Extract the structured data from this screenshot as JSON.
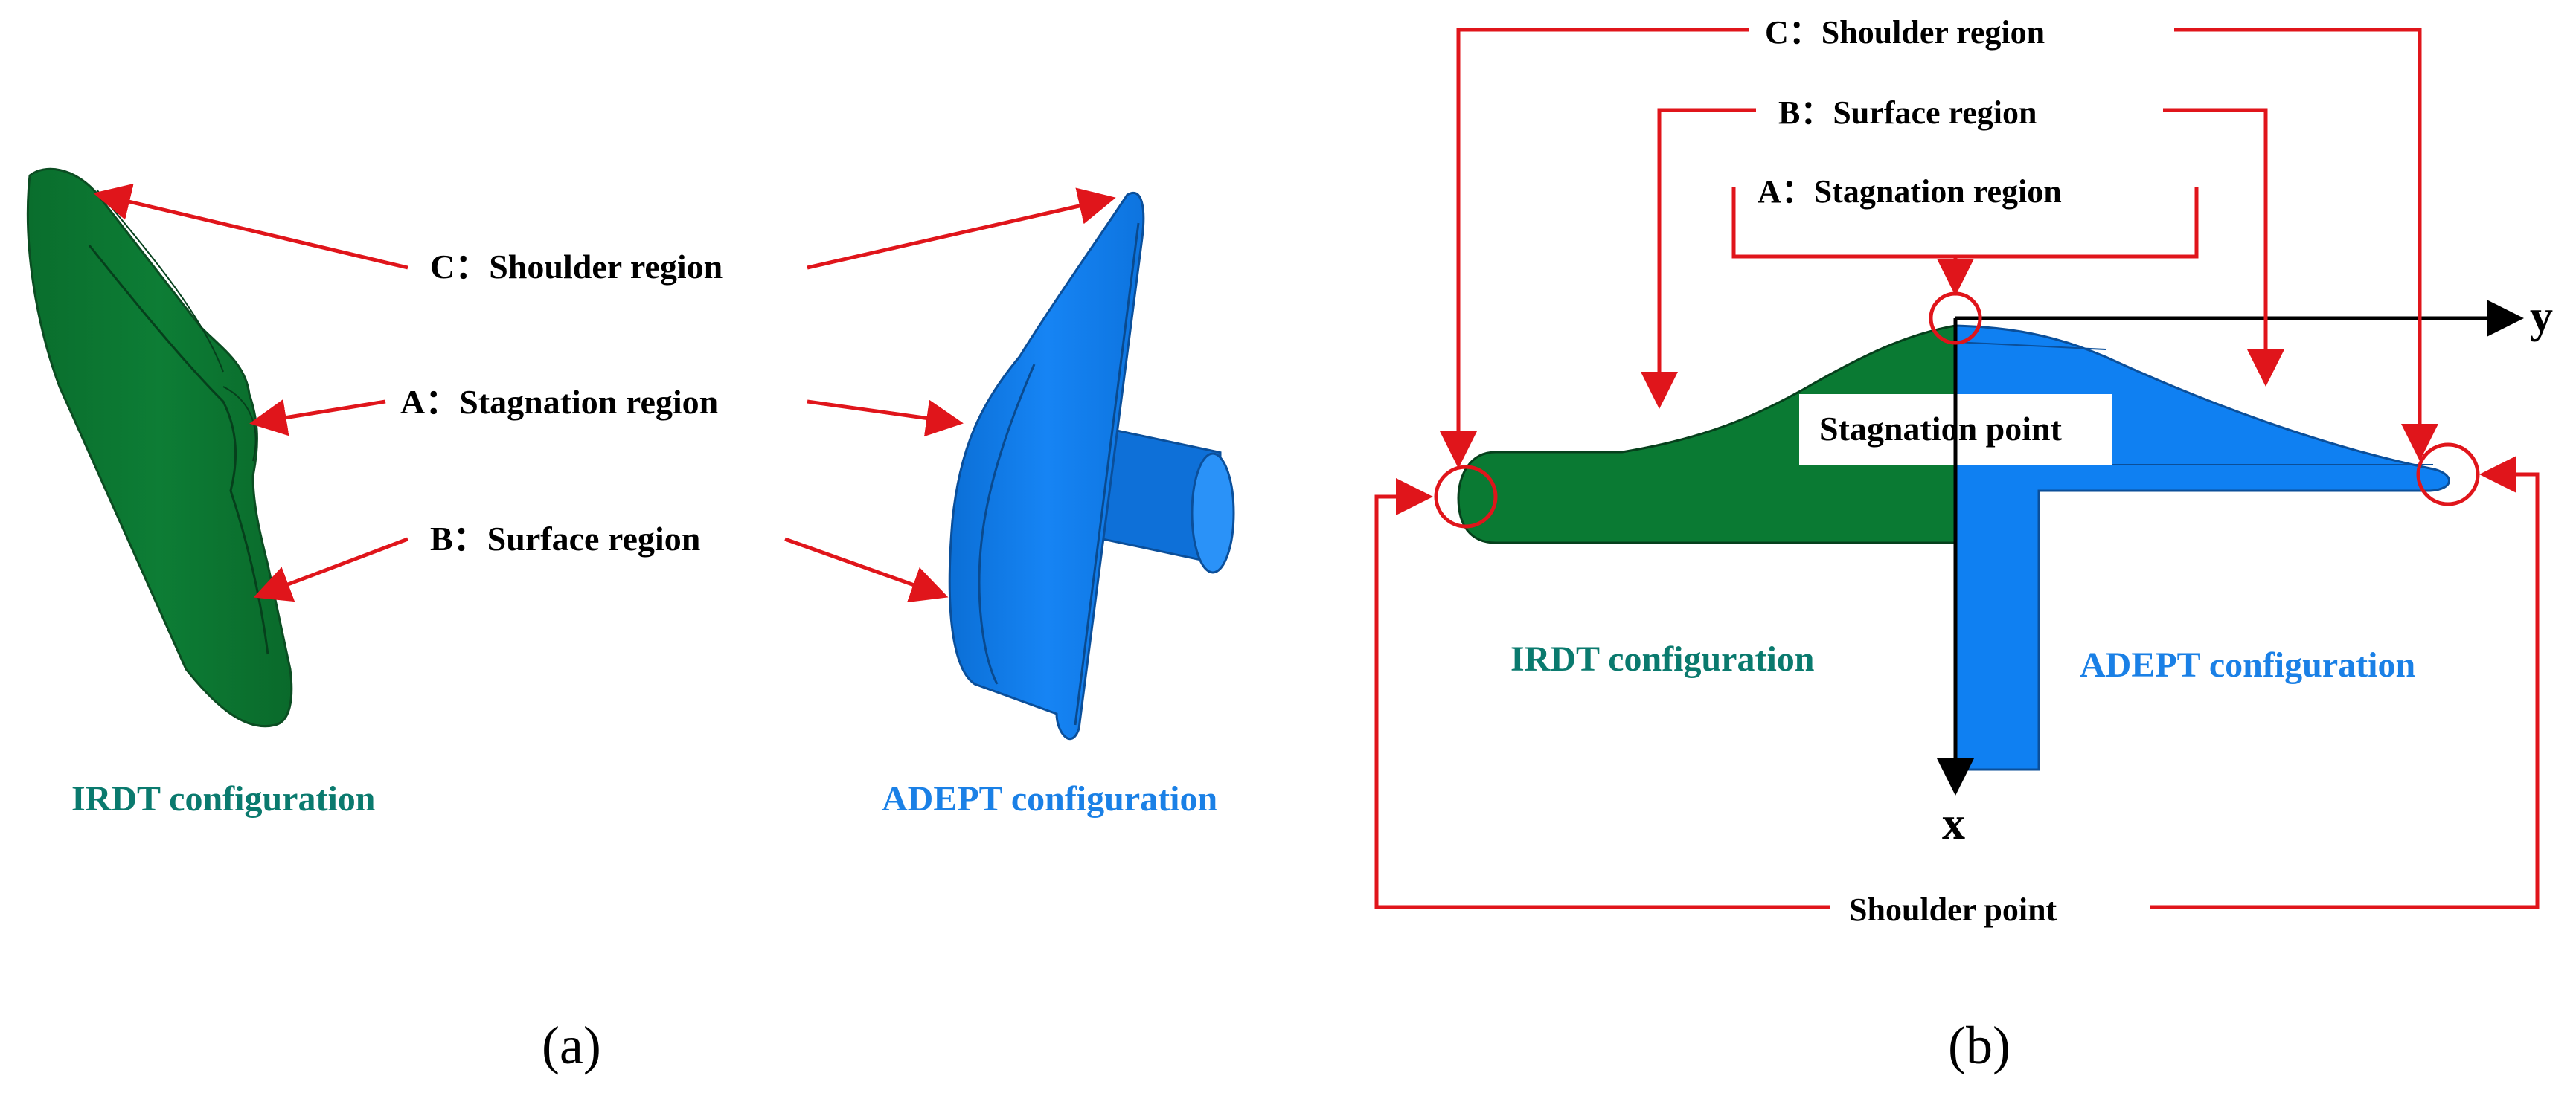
{
  "colors": {
    "irdt_green": "#0a7a33",
    "adept_blue": "#0f80f2",
    "irdt_text": "#0a7a6e",
    "adept_text": "#1a80e6",
    "annotation_red": "#e0151b"
  },
  "panel_a": {
    "tag": "(a)",
    "label_c": "C：Shoulder region",
    "label_a": "A：Stagnation region",
    "label_b": "B：Surface region",
    "irdt_caption": "IRDT configuration",
    "adept_caption": "ADEPT configuration"
  },
  "panel_b": {
    "tag": "(b)",
    "label_c": "C：Shoulder region",
    "label_b": "B：Surface region",
    "label_a": "A：Stagnation region",
    "stagnation_point": "Stagnation point",
    "shoulder_point": "Shoulder point",
    "irdt_caption": "IRDT configuration",
    "adept_caption": "ADEPT configuration",
    "axis_x": "x",
    "axis_y": "y"
  }
}
